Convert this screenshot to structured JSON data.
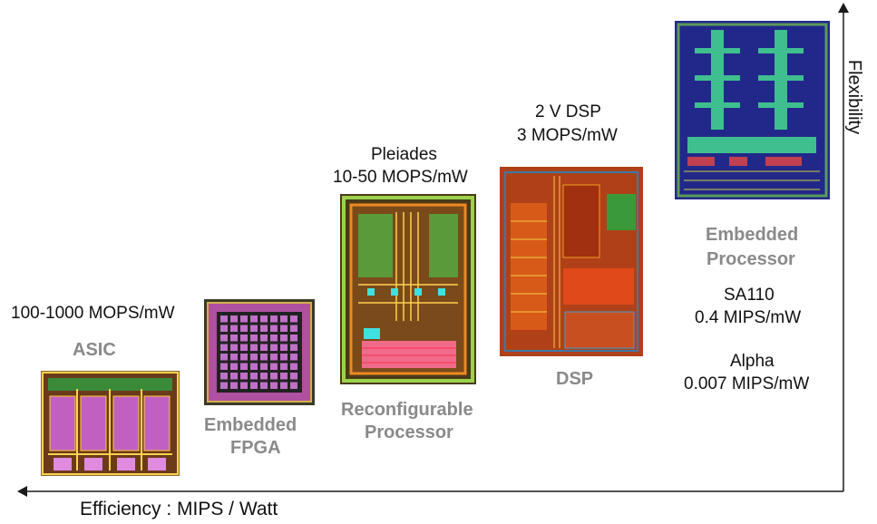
{
  "axes": {
    "x_label": "Efficiency : MIPS / Watt",
    "y_label": "Flexibility"
  },
  "groups": {
    "asic": {
      "metric": "100-1000 MOPS/mW",
      "category": "ASIC"
    },
    "fpga": {
      "category_line1": "Embedded",
      "category_line2": "FPGA"
    },
    "reconfig": {
      "name": "Pleiades",
      "metric": "10-50 MOPS/mW",
      "category_line1": "Reconfigurable",
      "category_line2": "Processor"
    },
    "dsp": {
      "name": "2 V DSP",
      "metric": "3 MOPS/mW",
      "category": "DSP"
    },
    "embedded": {
      "category_line1": "Embedded",
      "category_line2": "Processor",
      "sa_name": "SA110",
      "sa_metric": "0.4 MIPS/mW",
      "alpha_name": "Alpha",
      "alpha_metric": "0.007 MIPS/mW"
    }
  },
  "colors": {
    "axis": "#1a1a1a",
    "category_text": "#8a8a8a"
  }
}
